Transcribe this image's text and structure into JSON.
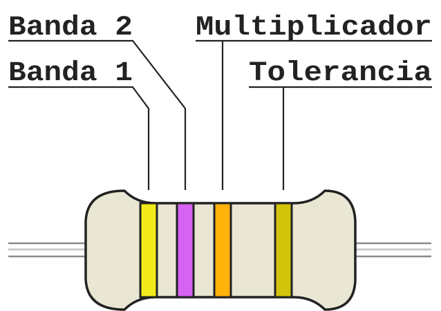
{
  "labels": {
    "band1": "Banda 1",
    "band2": "Banda 2",
    "multiplier": "Multiplicador",
    "tolerance": "Tolerancia"
  },
  "colors": {
    "band1": "#f2ea1a",
    "band2": "#d763f2",
    "multiplier": "#ffb20a",
    "tolerance": "#d2c40a",
    "body": "#e9e6d3",
    "outline": "#222222",
    "lead": "#a8a8a8"
  },
  "components": {
    "resistor": "resistor-body",
    "leads": [
      "left-lead",
      "right-lead"
    ]
  }
}
